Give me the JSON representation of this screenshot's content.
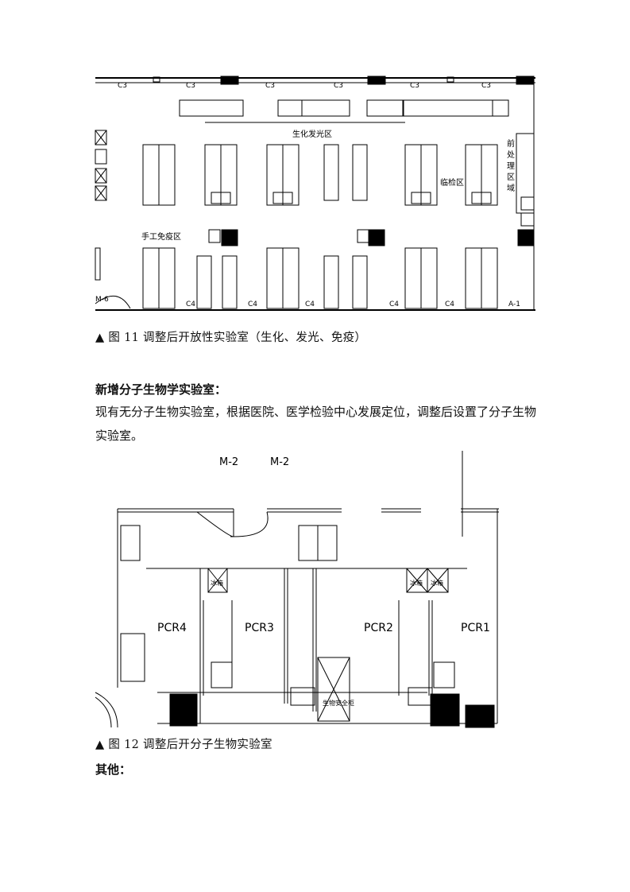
{
  "figure1": {
    "top_labels": [
      "C3",
      "C3",
      "C3",
      "C3",
      "C3",
      "C3"
    ],
    "top_bench_labels": [
      "生化发光区"
    ],
    "zone_biochem": "生化发光区",
    "zone_clinical": "临检区",
    "zone_manual": "手工免疫区",
    "zone_pre": [
      "前",
      "处",
      "理",
      "区",
      "域"
    ],
    "bottom_labels": [
      "C4",
      "C4",
      "C4",
      "C4",
      "C4"
    ],
    "door_left": "M-6",
    "door_right": "A-1",
    "caption": "▲ 图 11 调整后开放性实验室（生化、发光、免疫）"
  },
  "section_heading": "新增分子生物学实验室：",
  "paragraph": "现有无分子生物实验室，根据医院、医学检验中心发展定位，调整后设置了分子生物实验室。",
  "figure2": {
    "door_labels": [
      "M-2",
      "M-2"
    ],
    "rooms": [
      "PCR4",
      "PCR3",
      "PCR2",
      "PCR1"
    ],
    "fridge_label": "冰箱",
    "cabinet_label": "生物安全柜",
    "caption": "▲ 图 12 调整后开分子生物实验室"
  },
  "other_heading": "其他："
}
